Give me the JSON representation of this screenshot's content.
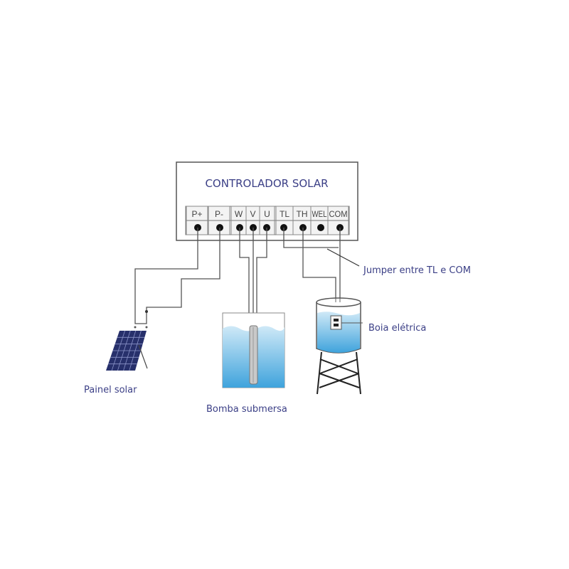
{
  "controller": {
    "title": "CONTROLADOR SOLAR",
    "terminals": [
      "P+",
      "P-",
      "W",
      "V",
      "U",
      "TL",
      "TH",
      "WEL",
      "COM"
    ]
  },
  "labels": {
    "jumper": "Jumper entre TL e COM",
    "float": "Boia elétrica",
    "panel": "Painel solar",
    "pump": "Bomba submersa"
  },
  "colors": {
    "label_text": "#3b3f86",
    "water": "#5fb3df",
    "panel": "#27306b"
  }
}
